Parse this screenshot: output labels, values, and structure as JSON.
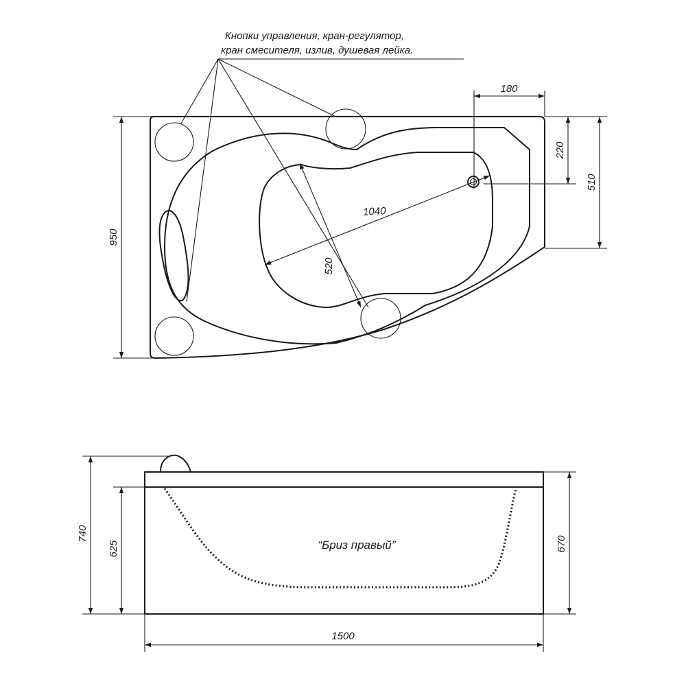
{
  "annotation": {
    "line1": "Кнопки управления, кран-регулятор,",
    "line2": "кран смесителя, излив, душевая лейка."
  },
  "top_view": {
    "dim_180": "180",
    "dim_220": "220",
    "dim_510": "510",
    "dim_950": "950",
    "dim_1040": "1040",
    "dim_520": "520"
  },
  "side_view": {
    "model_name": "“Бриз правый”",
    "dim_740": "740",
    "dim_625": "625",
    "dim_670": "670",
    "dim_1500": "1500"
  }
}
